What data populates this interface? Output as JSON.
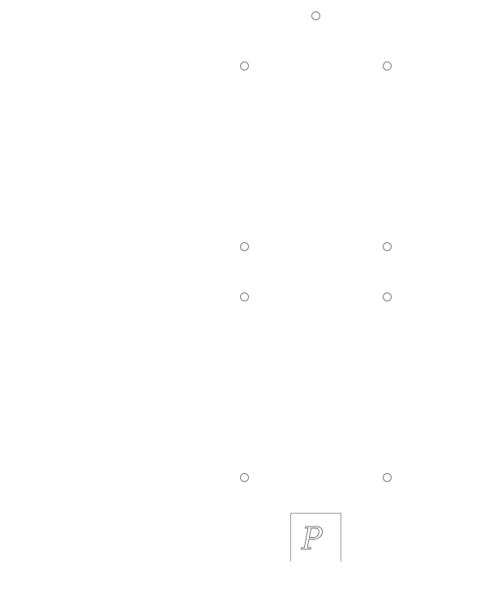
{
  "tile": {
    "letter": "P",
    "icon": "outlined-italic-p-icon"
  },
  "nodes": [
    {
      "name": "node-top"
    },
    {
      "name": "node-upper-left"
    },
    {
      "name": "node-upper-right"
    },
    {
      "name": "node-middle-left-a"
    },
    {
      "name": "node-middle-right-a"
    },
    {
      "name": "node-middle-left-b"
    },
    {
      "name": "node-middle-right-b"
    },
    {
      "name": "node-lower-left"
    },
    {
      "name": "node-lower-right"
    }
  ],
  "colors": {
    "background": "#ffffff",
    "outline": "#7a7a7a"
  }
}
